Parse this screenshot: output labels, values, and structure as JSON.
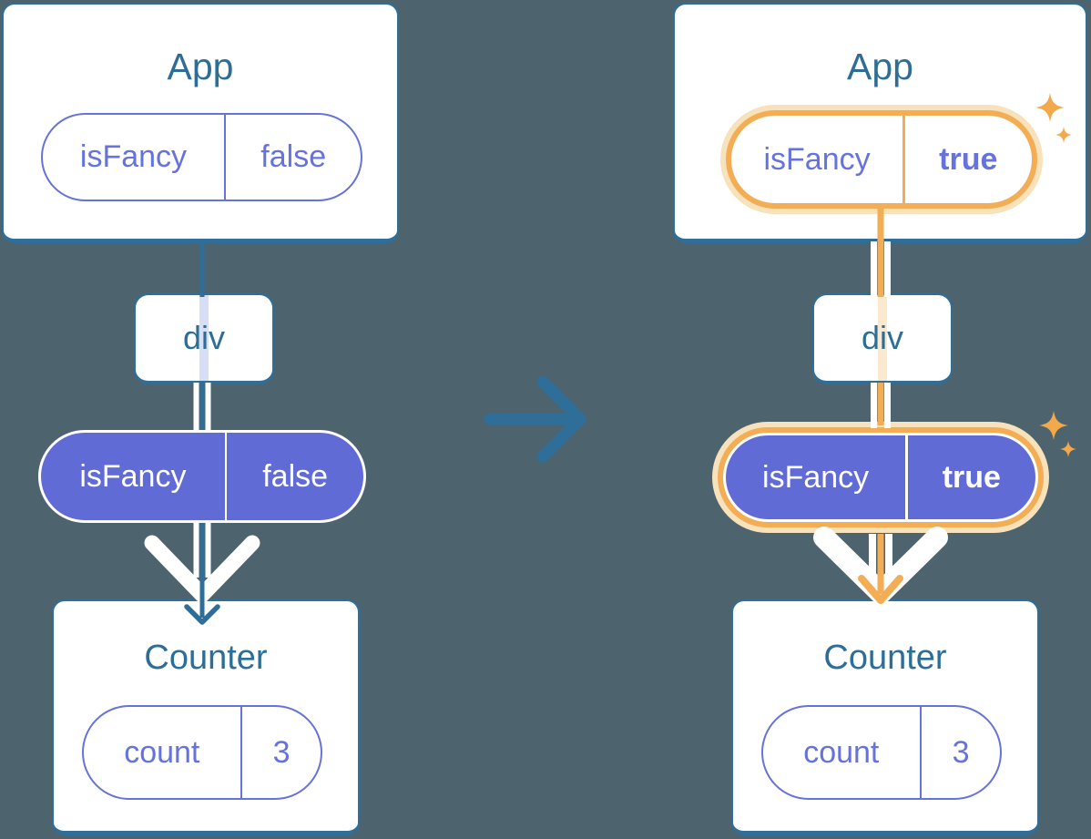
{
  "colors": {
    "background": "#4D646E",
    "card_fill": "#FFFFFF",
    "steel_blue": "#2E6E99",
    "title_text": "#2E6E96",
    "purple_fill": "#616BD5",
    "purple_text": "#6673DC",
    "orange": "#F3AE55",
    "orange_glow": "#F8E2BC",
    "sparkle": "#F2A94C",
    "lavender_strip": "#D8DEF3",
    "peach_strip": "#FAE9CF",
    "white": "#FFFFFF"
  },
  "before": {
    "app": {
      "title": "App",
      "prop": {
        "name": "isFancy",
        "value": "false"
      }
    },
    "container": {
      "label": "div"
    },
    "passed_prop": {
      "name": "isFancy",
      "value": "false"
    },
    "counter": {
      "title": "Counter",
      "state": {
        "name": "count",
        "value": "3"
      }
    }
  },
  "after": {
    "app": {
      "title": "App",
      "prop": {
        "name": "isFancy",
        "value": "true"
      }
    },
    "container": {
      "label": "div"
    },
    "passed_prop": {
      "name": "isFancy",
      "value": "true"
    },
    "counter": {
      "title": "Counter",
      "state": {
        "name": "count",
        "value": "3"
      }
    }
  }
}
